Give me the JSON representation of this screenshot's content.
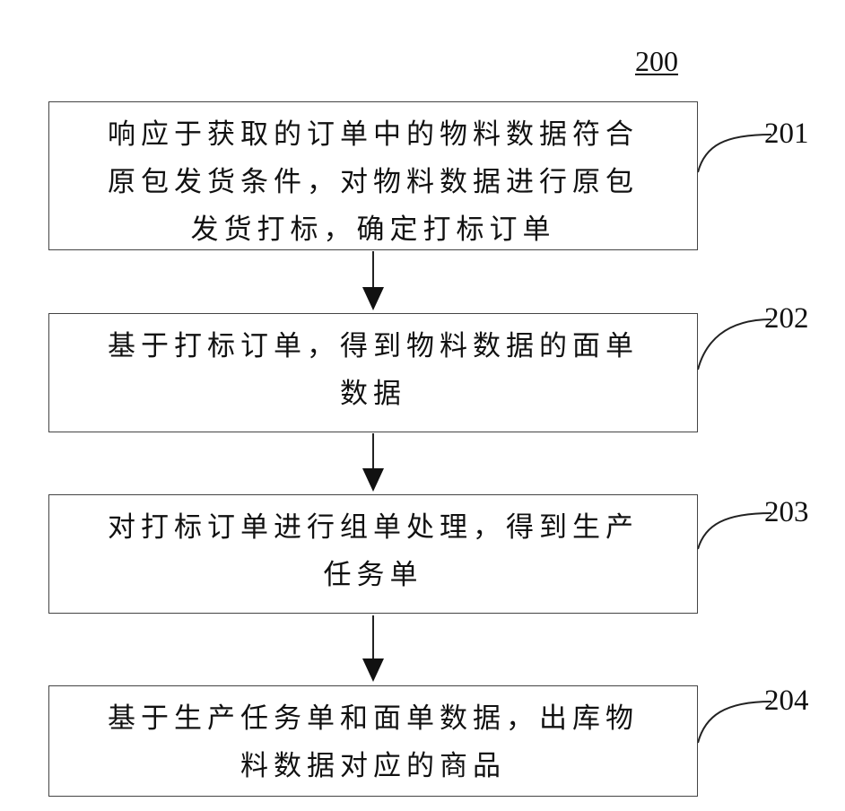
{
  "figure_number": "200",
  "steps": [
    {
      "ref": "201",
      "lines": [
        "响应于获取的订单中的物料数据符合",
        "原包发货条件，对物料数据进行原包",
        "发货打标，确定打标订单"
      ]
    },
    {
      "ref": "202",
      "lines": [
        "基于打标订单，得到物料数据的面单",
        "数据"
      ]
    },
    {
      "ref": "203",
      "lines": [
        "对打标订单进行组单处理，得到生产",
        "任务单"
      ]
    },
    {
      "ref": "204",
      "lines": [
        "基于生产任务单和面单数据，出库物",
        "料数据对应的商品"
      ]
    }
  ]
}
